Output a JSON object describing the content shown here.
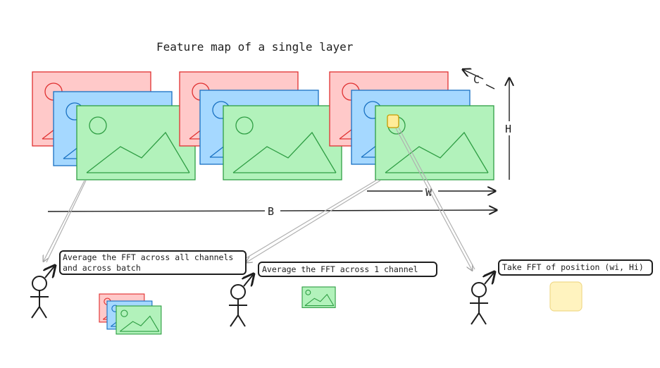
{
  "title": "Feature map of a single layer",
  "axes": {
    "c": "C",
    "h": "H",
    "w": "W",
    "b": "B"
  },
  "annotations": [
    {
      "lines": [
        "Average the FFT across all channels",
        "and across batch"
      ]
    },
    {
      "lines": [
        "Average the FFT across 1 channel"
      ]
    },
    {
      "lines": [
        "Take FFT of position (wi, Hi)"
      ]
    }
  ],
  "colors": {
    "red_fill": "#ffc9c9",
    "red_stroke": "#e03131",
    "blue_fill": "#a5d8ff",
    "blue_stroke": "#1971c2",
    "green_fill": "#b2f2bb",
    "green_stroke": "#2f9e44",
    "yellow_fill": "#ffec99",
    "yellow_stroke": "#c79a00",
    "ink": "#1e1e1e",
    "connector": "#b0b0b0"
  }
}
